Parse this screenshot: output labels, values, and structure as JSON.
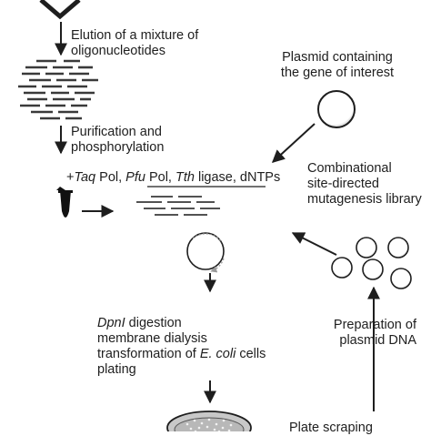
{
  "steps": {
    "elution": [
      "Elution of a mixture of",
      "oligonucleotides"
    ],
    "purification": [
      "Purification and",
      "phosphorylation"
    ],
    "plasmid": [
      "Plasmid containing",
      "the gene of interest"
    ],
    "reaction": {
      "prefix": "+",
      "taq": "Taq",
      "pol1": " Pol, ",
      "pfu": "Pfu",
      "pol2": " Pol, ",
      "tth": "Tth",
      "ligase": " ligase, dNTPs"
    },
    "library": [
      "Combinational",
      "site-directed",
      "mutagenesis library"
    ],
    "digestion": {
      "dpni": "DpnI",
      "line1_rest": " digestion",
      "line2": "membrane dialysis",
      "line3_pre": "transformation of ",
      "ecoli": "E. coli",
      "line3_post": " cells",
      "line4": "plating"
    },
    "preparation": [
      "Preparation of",
      "plasmid DNA"
    ],
    "scraping": "Plate scraping"
  },
  "colors": {
    "ink": "#1e1e1e",
    "dashes": "#3a3a3a",
    "circle_fill": "#ffffff",
    "dashed_circle": "#9a9a9a",
    "dish_fill": "#c8c8c8",
    "dish_dots": "#f2f2f2"
  },
  "icons": [
    "chip-icon",
    "arrow-down-icon",
    "oligo-mixture-icon",
    "plasmid-circle-icon",
    "tube-icon",
    "arrow-right-icon",
    "duplex-icon",
    "dashed-plasmid-icon",
    "arrow-up-left-icon",
    "plasmid-cluster-icon",
    "petri-dish-icon"
  ]
}
